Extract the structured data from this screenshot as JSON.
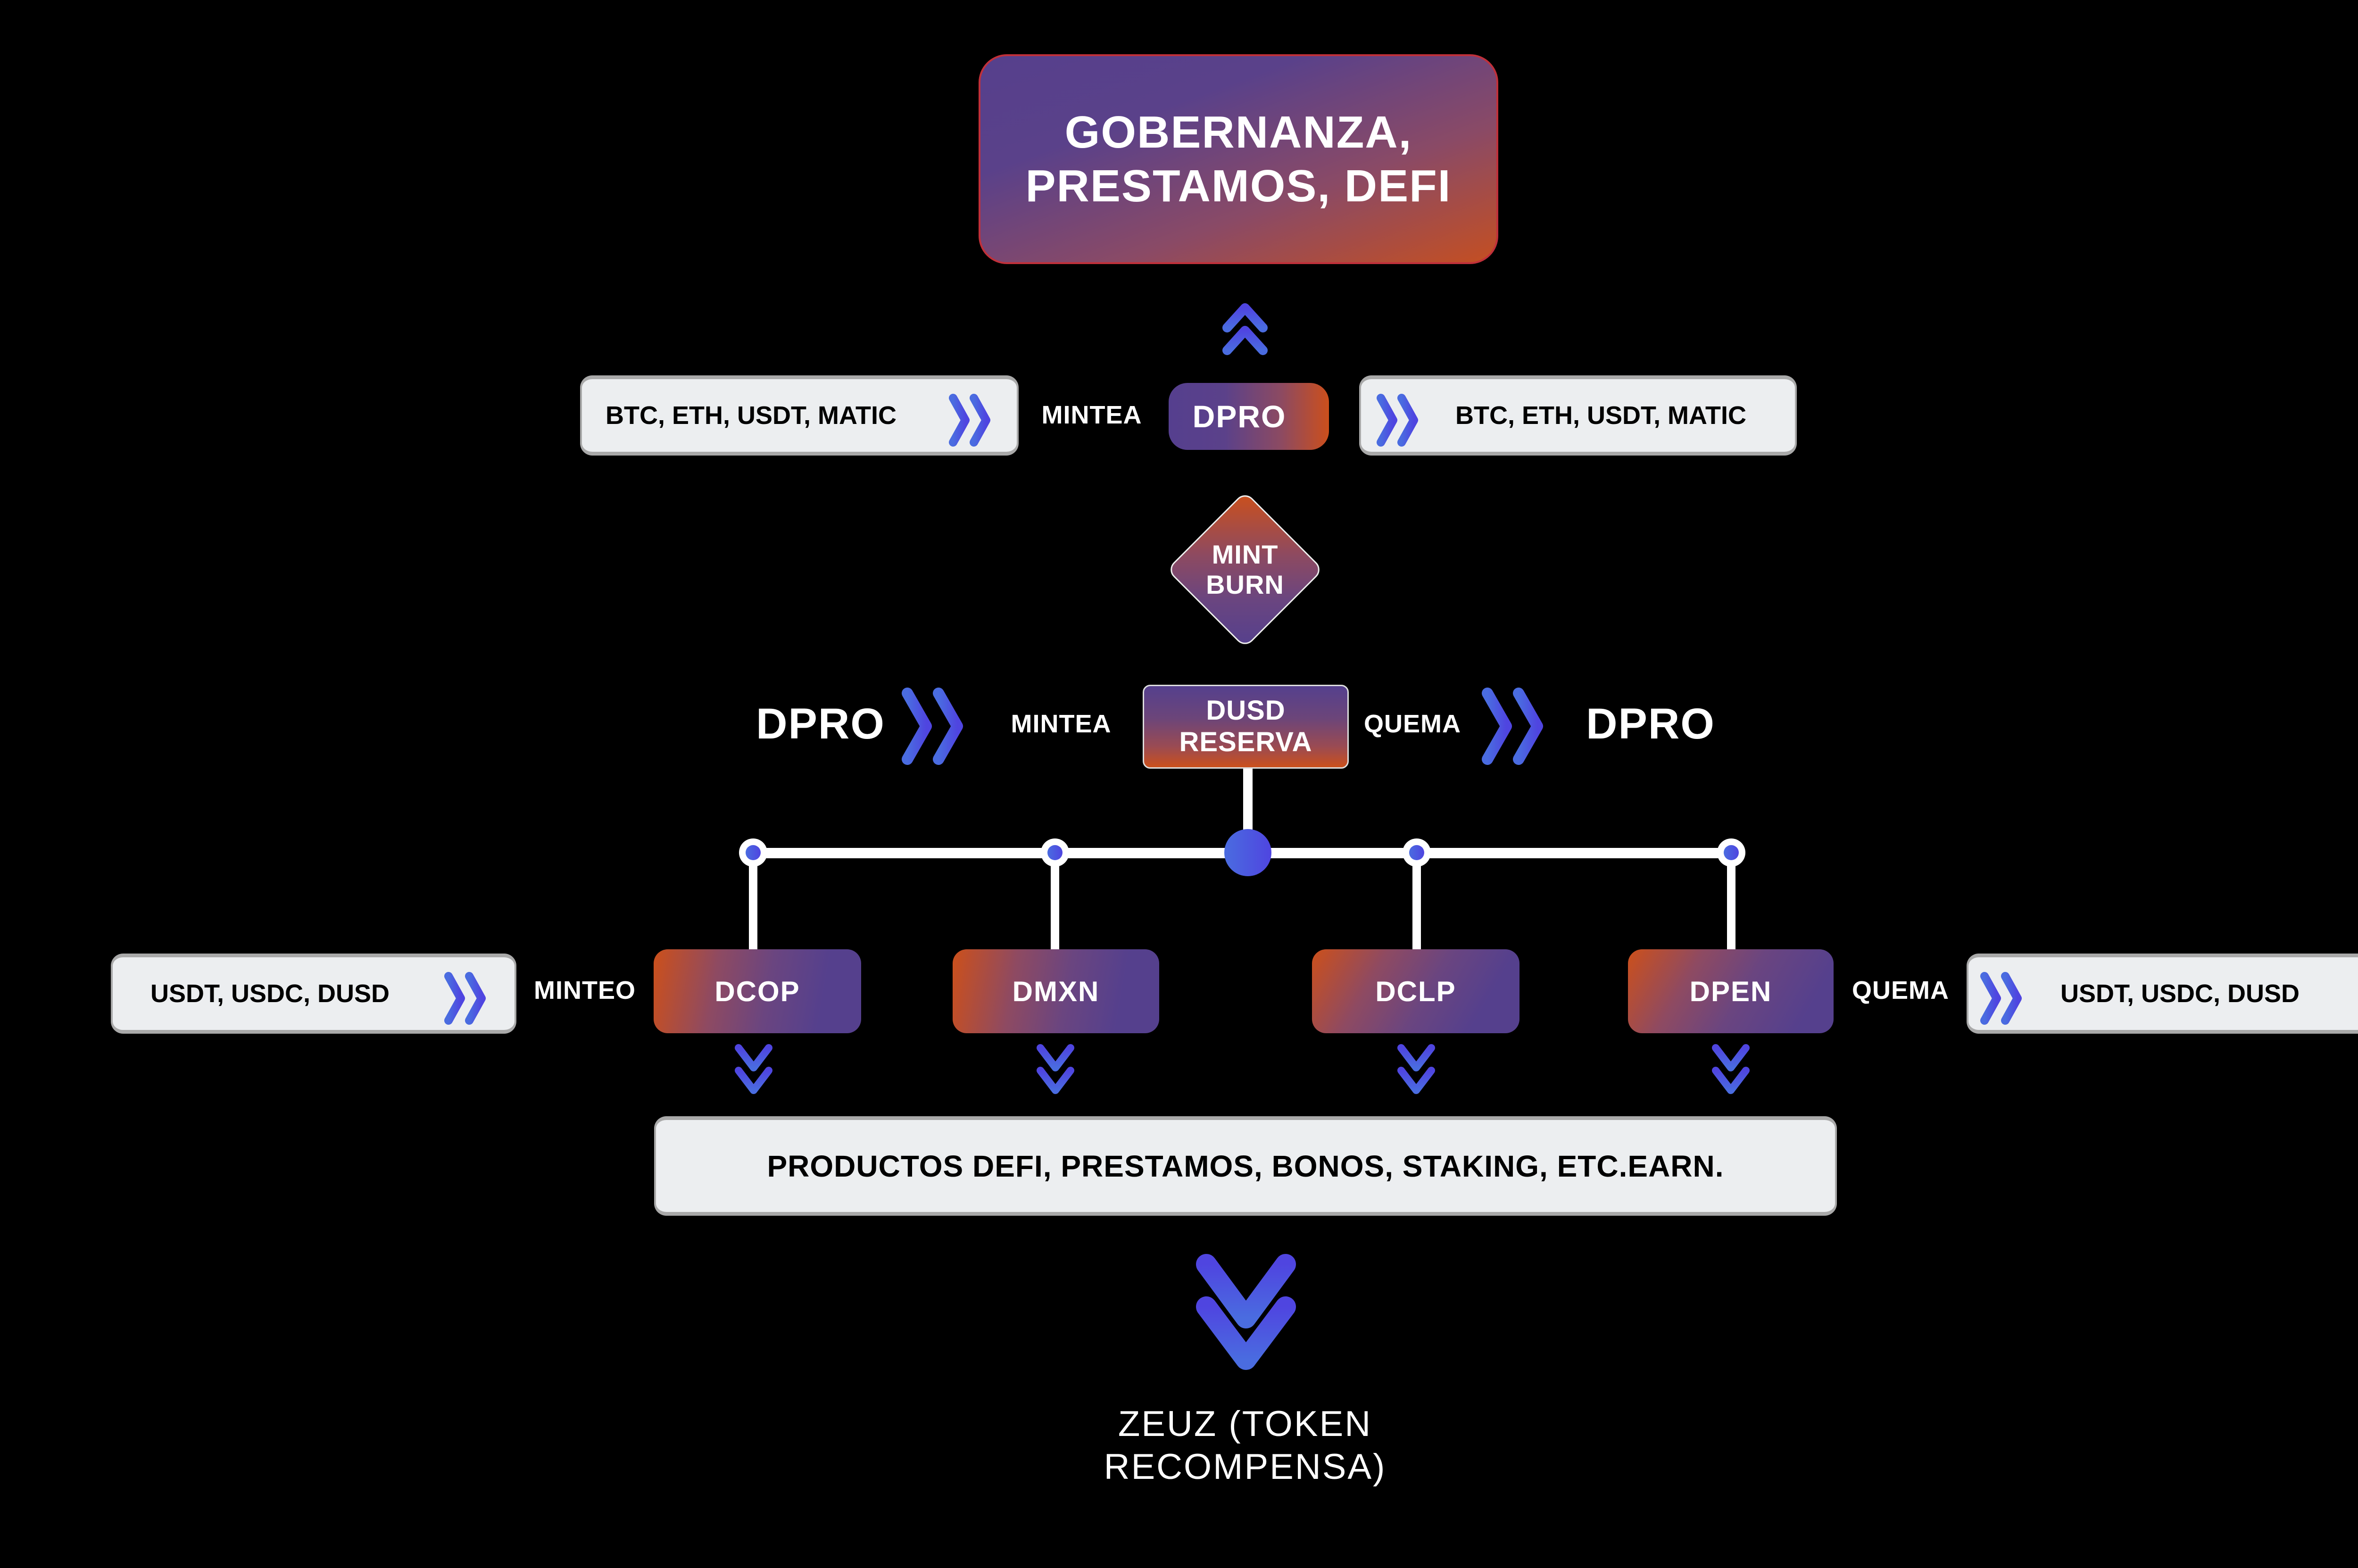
{
  "colors": {
    "background": "#000000",
    "purple": "#55408d",
    "orange": "#cb501c",
    "chevron_blue": "#4f4fe0",
    "light_box": "#eceef0",
    "light_box_border": "#a9a9a9"
  },
  "top": {
    "title_line1": "GOBERNANZA,",
    "title_line2": "PRESTAMOS, DEFI"
  },
  "row1": {
    "left_assets": "BTC, ETH, USDT, MATIC",
    "action": "MINTEA",
    "token": "DPRO",
    "right_assets": "BTC, ETH, USDT, MATIC"
  },
  "diamond": {
    "line1": "MINT",
    "line2": "BURN"
  },
  "row2": {
    "left_token": "DPRO",
    "left_action": "MINTEA",
    "reserve_line1": "DUSD",
    "reserve_line2": "RESERVA",
    "right_action": "QUEMA",
    "right_token": "DPRO"
  },
  "row3": {
    "left_assets": "USDT, USDC, DUSD",
    "left_action": "MINTEO",
    "stablecoins": [
      "DCOP",
      "DMXN",
      "DCLP",
      "DPEN"
    ],
    "right_action": "QUEMA",
    "right_assets": "USDT, USDC, DUSD"
  },
  "products": {
    "label": "PRODUCTOS DEFI, PRESTAMOS, BONOS, STAKING, ETC.EARN."
  },
  "reward": {
    "line1": "ZEUZ (TOKEN",
    "line2": "RECOMPENSA)"
  },
  "icons": {
    "double_chevron_right": "double-chevron-right-icon",
    "double_chevron_down": "double-chevron-down-icon",
    "double_chevron_up": "double-chevron-up-icon"
  }
}
